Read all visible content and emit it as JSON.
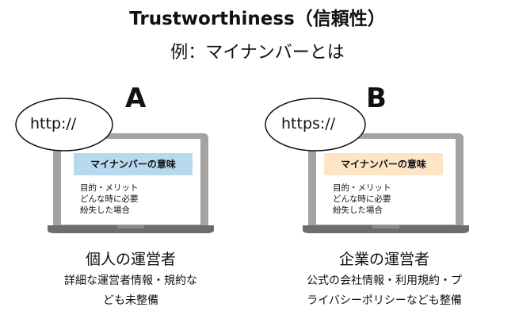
{
  "title": "Trustworthiness（信頼性）",
  "subtitle": "例：マイナンバーとは",
  "panels": [
    {
      "letter": "A",
      "protocol": "http://",
      "screen": {
        "heading": "マイナンバーの意味",
        "heading_color": "#b8d8ee",
        "lines": [
          "目的・メリット",
          "どんな時に必要",
          "紛失した場合"
        ]
      },
      "operator": "個人の運営者",
      "description": [
        "詳細な運営者情報・規約な",
        "ども未整備"
      ]
    },
    {
      "letter": "B",
      "protocol": "https://",
      "screen": {
        "heading": "マイナンバーの意味",
        "heading_color": "#fde5c6",
        "lines": [
          "目的・メリット",
          "どんな時に必要",
          "紛失した場合"
        ]
      },
      "operator": "企業の運営者",
      "description": [
        "公式の会社情報・利用規約・プ",
        "ライバシーポリシーなども整備"
      ]
    }
  ],
  "colors": {
    "laptop_body": "#9e9e9e",
    "laptop_base": "#6f6f6f",
    "screen_bg": "#ffffff"
  }
}
